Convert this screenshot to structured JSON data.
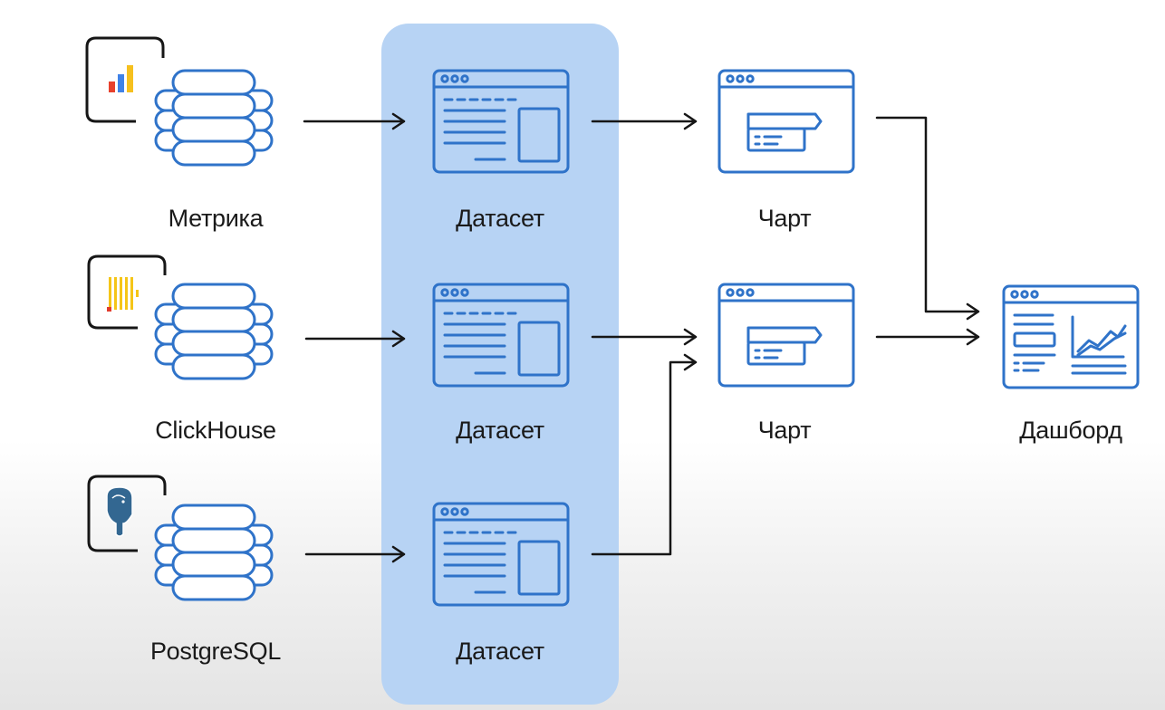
{
  "sources": [
    {
      "id": "metrika",
      "label": "Метрика",
      "logo_icon": "yandex-metrica-logo"
    },
    {
      "id": "clickhouse",
      "label": "ClickHouse",
      "logo_icon": "clickhouse-logo"
    },
    {
      "id": "postgresql",
      "label": "PostgreSQL",
      "logo_icon": "postgresql-elephant-logo"
    }
  ],
  "datasets": [
    {
      "label": "Датасет"
    },
    {
      "label": "Датасет"
    },
    {
      "label": "Датасет"
    }
  ],
  "charts": [
    {
      "label": "Чарт"
    },
    {
      "label": "Чарт"
    }
  ],
  "dashboard": {
    "label": "Дашборд"
  },
  "colors": {
    "icon_blue": "#2f73c9",
    "highlight_panel": "#b7d3f4",
    "arrow": "#161616",
    "metrika_red": "#e8412c",
    "metrika_blue": "#3f82e8",
    "metrika_yellow": "#f6c01e",
    "clickhouse_yellow": "#f5c518",
    "clickhouse_red": "#e13b2d",
    "postgres_blue": "#336791"
  }
}
